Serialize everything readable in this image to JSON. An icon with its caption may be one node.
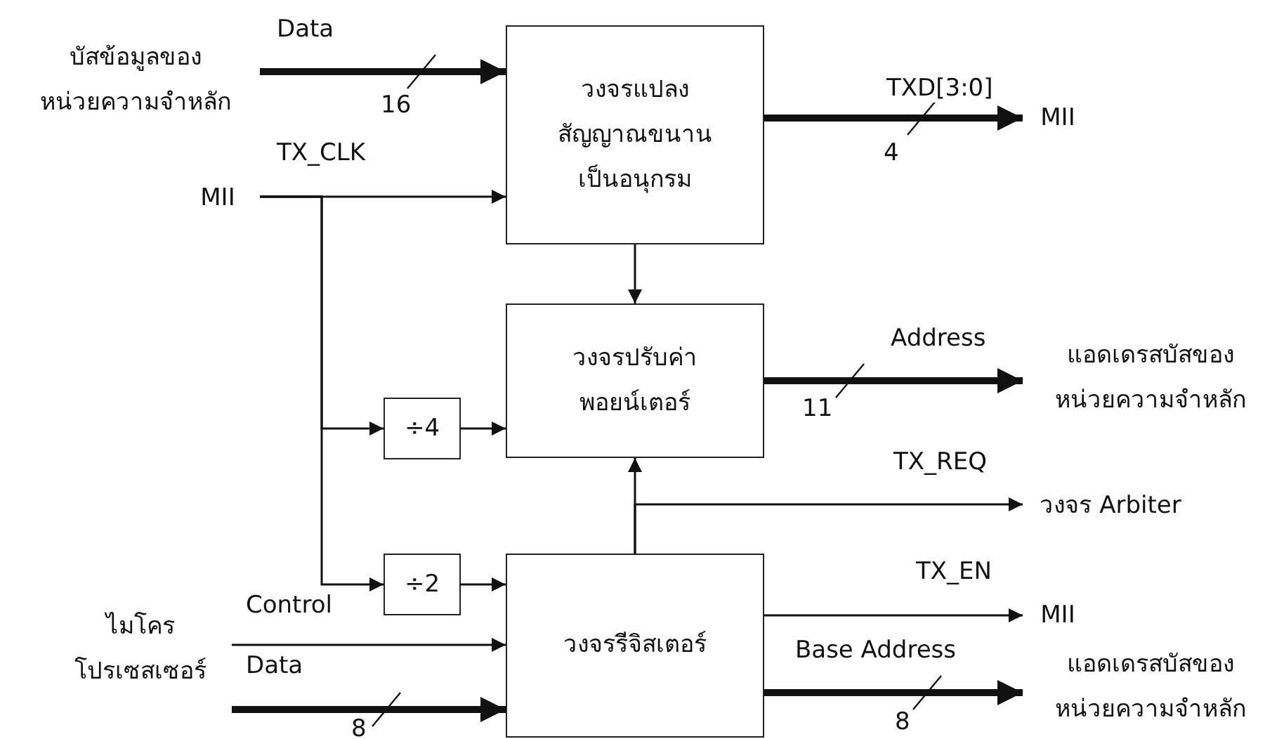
{
  "diagram": {
    "nodes": [
      {
        "text": [
          "บัสข้อมูลของหน่วยความจำหลัก"
        ]
      },
      {
        "text": [
          "วงจรแปลงสัญญาณขนานเป็นอนุกรม"
        ]
      },
      {
        "text": [
          "MII"
        ]
      },
      {
        "text": [
          "MII"
        ]
      },
      {
        "text": [
          "วงจรปรับค่าพอยน์เตอร์"
        ]
      },
      {
        "text": [
          "แอดเดรสบัสของหน่วยความจำหลัก"
        ]
      },
      {
        "text": [
          "÷4"
        ]
      },
      {
        "text": [
          "วงจร Arbiter"
        ]
      },
      {
        "text": [
          "÷2"
        ]
      },
      {
        "text": [
          "ไมโครโปรเซสเซอร์"
        ]
      },
      {
        "text": [
          "วงจรรีจิสเตอร์"
        ]
      },
      {
        "text": [
          "MII"
        ]
      },
      {
        "text": [
          "แอดเดรสบัสของหน่วยความจำหลัก"
        ]
      }
    ],
    "edges": [
      {
        "from": 0,
        "to": 1,
        "arrow": "to",
        "label": "Data",
        "style": "thick"
      },
      {
        "from": 1,
        "to": 2,
        "arrow": "to",
        "label": "TXD[3:0]",
        "style": "thick"
      },
      {
        "from": 3,
        "to": 1,
        "arrow": "to",
        "label": "TX_CLK"
      },
      {
        "from": 3,
        "to": 6,
        "arrow": "to"
      },
      {
        "from": 3,
        "to": 8,
        "arrow": "to"
      },
      {
        "from": 1,
        "to": 4,
        "arrow": "to"
      },
      {
        "from": 6,
        "to": 4,
        "arrow": "to"
      },
      {
        "from": 4,
        "to": 5,
        "arrow": "to",
        "label": "Address",
        "style": "thick"
      },
      {
        "from": 10,
        "to": 4,
        "arrow": "to"
      },
      {
        "from": 10,
        "to": 7,
        "arrow": "to",
        "label": "TX_REQ"
      },
      {
        "from": 8,
        "to": 10,
        "arrow": "to"
      },
      {
        "from": 10,
        "to": 11,
        "arrow": "to",
        "label": "TX_EN"
      },
      {
        "from": 10,
        "to": 12,
        "arrow": "to",
        "label": "Base Address",
        "style": "thick"
      },
      {
        "from": 9,
        "to": 10,
        "arrow": "to",
        "label": "Control"
      },
      {
        "from": 9,
        "to": 10,
        "arrow": "to",
        "label": "Data",
        "style": "thick"
      }
    ],
    "labels": [
      "16",
      "4",
      "11",
      "8",
      "8"
    ]
  }
}
